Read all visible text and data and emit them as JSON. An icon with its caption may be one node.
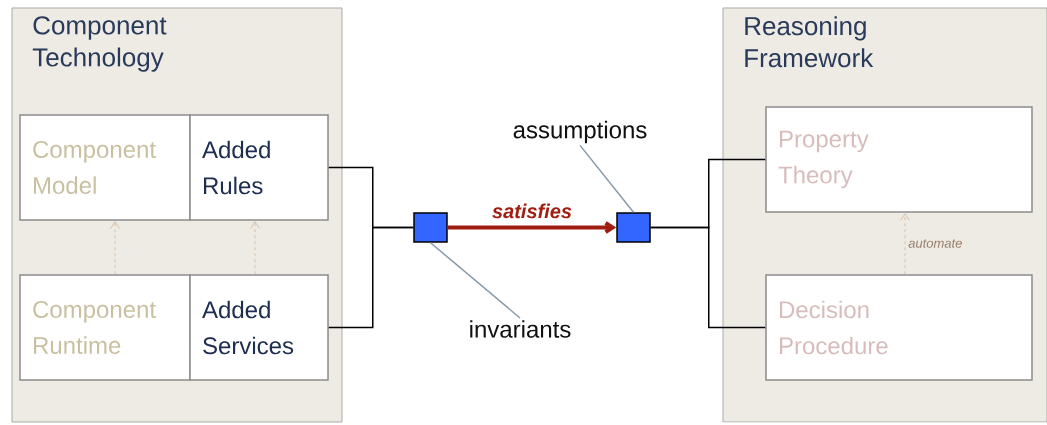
{
  "diagram": {
    "nodes": [
      {
        "text": [
          "Component Technology"
        ]
      },
      {
        "text": [
          "Component Model"
        ],
        "in": 0
      },
      {
        "text": [
          "Added Rules"
        ],
        "in": 0
      },
      {
        "text": [
          "Component Runtime"
        ],
        "in": 0
      },
      {
        "text": [
          "Added Services"
        ],
        "in": 0
      },
      {
        "text": [
          "Reasoning Framework"
        ]
      },
      {
        "text": [
          "Property Theory"
        ],
        "in": 5
      },
      {
        "text": [
          "Decision Procedure"
        ],
        "in": 5
      },
      {
        "text": [],
        "shape": "box"
      },
      {
        "text": [],
        "shape": "box"
      },
      {
        "text": [
          "assumptions"
        ]
      },
      {
        "text": [
          "invariants"
        ]
      }
    ],
    "edges": [
      {
        "from": 3,
        "to": 1,
        "arrow": "to",
        "style": "dashed",
        "color": "#d8c0a8"
      },
      {
        "from": 4,
        "to": 2,
        "arrow": "to",
        "style": "dashed",
        "color": "#d8c0a8"
      },
      {
        "from": 7,
        "to": 6,
        "arrow": "to",
        "style": "dashed",
        "color": "#d8c0a8",
        "label": "automate"
      },
      {
        "from": 2,
        "to": 8,
        "arrow": "none"
      },
      {
        "from": 4,
        "to": 8,
        "arrow": "none"
      },
      {
        "from": 8,
        "to": 9,
        "arrow": "to",
        "style": "thick",
        "color": "#a01e10",
        "label": "satisfies"
      },
      {
        "from": 9,
        "to": 6,
        "arrow": "none"
      },
      {
        "from": 9,
        "to": 7,
        "arrow": "none"
      },
      {
        "from": 10,
        "to": 9,
        "arrow": "none",
        "color": "#8899aa"
      },
      {
        "from": 11,
        "to": 8,
        "arrow": "none",
        "color": "#8899aa"
      }
    ]
  }
}
